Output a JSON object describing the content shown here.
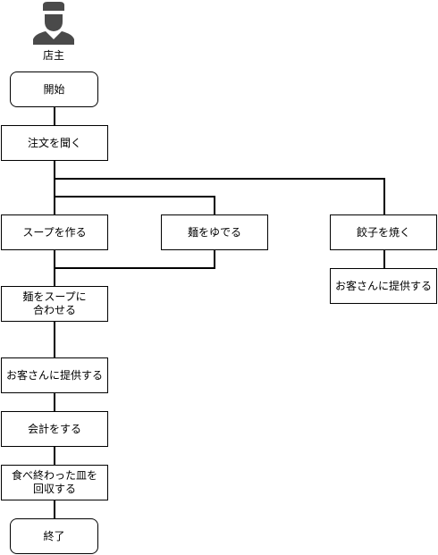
{
  "actor": {
    "label": "店主",
    "icon": "chef-person-icon"
  },
  "nodes": {
    "start": "開始",
    "take_order": "注文を聞く",
    "make_soup": "スープを作る",
    "boil_noodles": "麺をゆでる",
    "grill_gyoza": "餃子を焼く",
    "serve_gyoza": "お客さんに提供する",
    "combine": "麺をスープに\n合わせる",
    "serve_ramen": "お客さんに提供する",
    "checkout": "会計をする",
    "collect_dishes": "食べ終わった皿を\n回収する",
    "end": "終了"
  }
}
